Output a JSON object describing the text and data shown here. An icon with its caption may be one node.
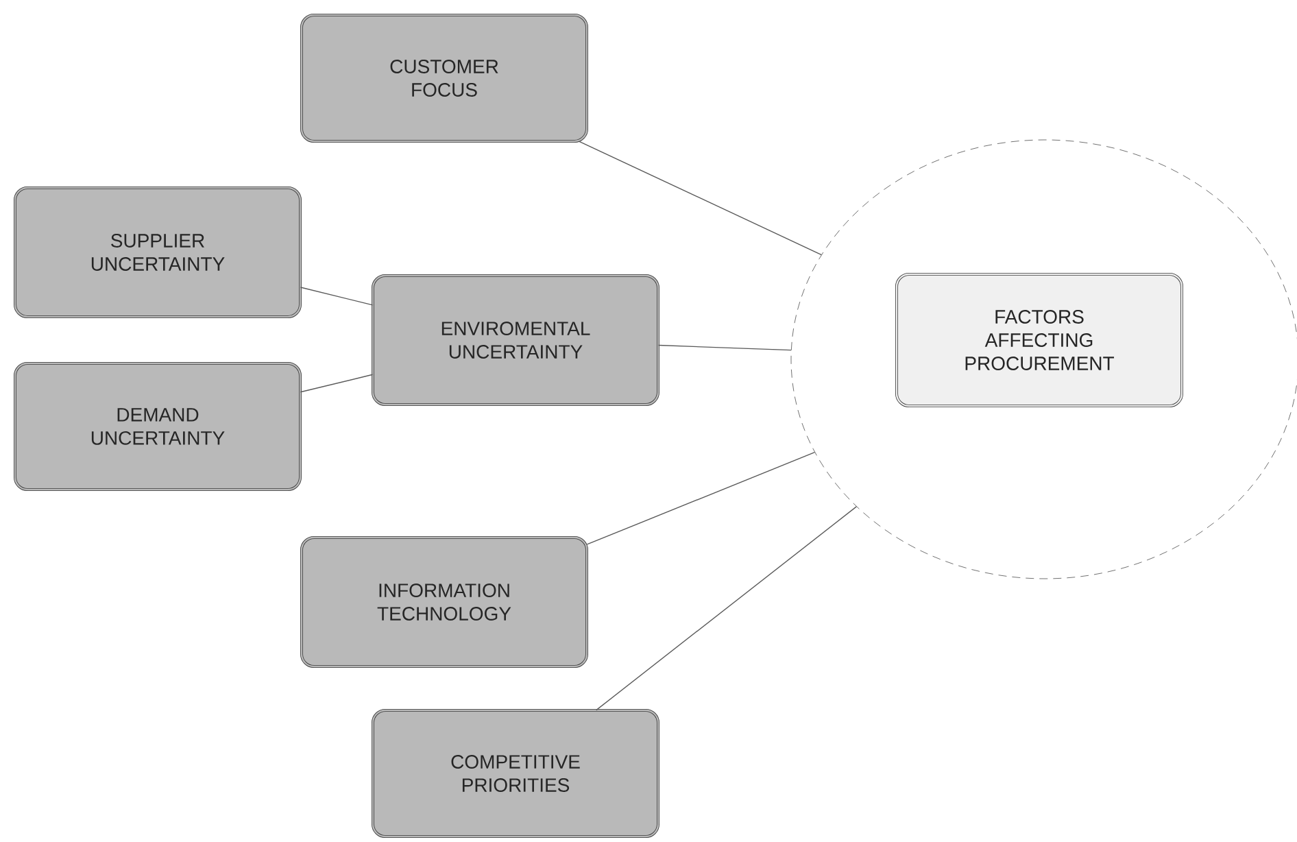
{
  "diagram": {
    "nodes": [
      {
        "text": [
          "CUSTOMER FOCUS"
        ]
      },
      {
        "text": [
          "SUPPLIER UNCERTAINTY"
        ]
      },
      {
        "text": [
          "ENVIROMENTAL UNCERTAINTY"
        ]
      },
      {
        "text": [
          "DEMAND UNCERTAINTY"
        ]
      },
      {
        "text": [
          "INFORMATION TECHNOLOGY"
        ]
      },
      {
        "text": [
          "COMPETITIVE PRIORITIES"
        ]
      },
      {
        "text": [],
        "shape": "circle"
      },
      {
        "text": [
          "FACTORS AFFECTING PROCUREMENT"
        ],
        "in": 6
      }
    ],
    "edges": [
      {
        "from": 0,
        "to": 6,
        "arrow": "none"
      },
      {
        "from": 1,
        "to": 2,
        "arrow": "none"
      },
      {
        "from": 3,
        "to": 2,
        "arrow": "none"
      },
      {
        "from": 2,
        "to": 6,
        "arrow": "none"
      },
      {
        "from": 4,
        "to": 6,
        "arrow": "none"
      },
      {
        "from": 5,
        "to": 6,
        "arrow": "none"
      }
    ]
  }
}
